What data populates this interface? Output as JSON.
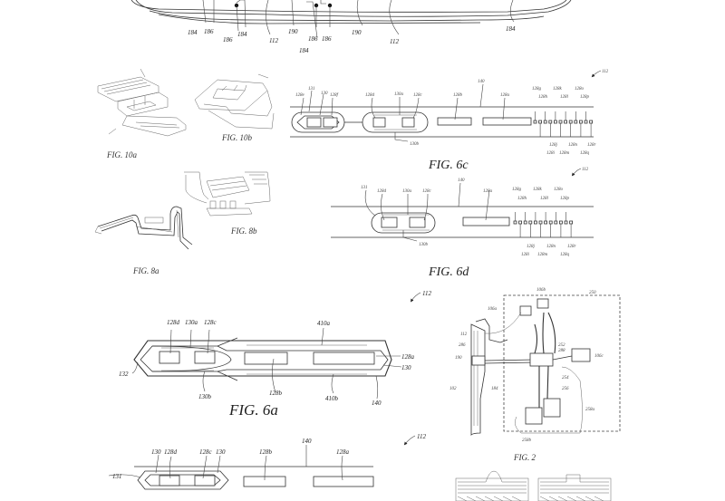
{
  "page": {
    "title": "Patent drawing sheet"
  },
  "top_figure": {
    "labels": [
      "184",
      "186",
      "186",
      "184",
      "112",
      "190",
      "184",
      "186",
      "186",
      "190",
      "112",
      "184"
    ]
  },
  "fig10a": {
    "caption": "FIG. 10a"
  },
  "fig10b": {
    "caption": "FIG. 10b"
  },
  "fig8a": {
    "caption": "FIG. 8a"
  },
  "fig8b": {
    "caption": "FIG. 8b"
  },
  "fig6c": {
    "caption": "FIG. 6c",
    "ref": "112",
    "labels": {
      "l131": "131",
      "l128e": "128e",
      "l130": "130",
      "l128f": "128f",
      "l128d": "128d",
      "l130a": "130a",
      "l128c": "128c",
      "l140": "140",
      "l128b": "128b",
      "l128a": "128a",
      "l130b": "130b",
      "l128g": "128g",
      "l128h": "128h",
      "l128k": "128k",
      "l128l": "128l",
      "l128o": "128o",
      "l128p": "128p",
      "l128i": "128i",
      "l128j": "128j",
      "l128m": "128m",
      "l128n": "128n",
      "l128q": "128q",
      "l128r": "128r"
    }
  },
  "fig6d": {
    "caption": "FIG. 6d",
    "ref": "112",
    "labels": {
      "l131": "131",
      "l128d": "128d",
      "l130a": "130a",
      "l128c": "128c",
      "l140": "140",
      "l128a": "128a",
      "l130b": "130b",
      "l128g": "128g",
      "l128h": "128h",
      "l128k": "128k",
      "l128l": "128l",
      "l128o": "128o",
      "l128p": "128p",
      "l128i": "128i",
      "l128j": "128j",
      "l128m": "128m",
      "l128n": "128n",
      "l128q": "128q",
      "l128r": "128r"
    }
  },
  "fig6a": {
    "caption": "FIG. 6a",
    "ref": "112",
    "labels": {
      "l128d": "128d",
      "l130a": "130a",
      "l128c": "128c",
      "l410a": "410a",
      "l128a": "128a",
      "l130": "130",
      "l132": "132",
      "l130b": "130b",
      "l128b": "128b",
      "l410b": "410b",
      "l140": "140"
    }
  },
  "fig2": {
    "caption": "FIG. 2",
    "labels": {
      "l106b": "106b",
      "l250": "250",
      "l106a": "106a",
      "l112": "112",
      "l286": "286",
      "l190": "190",
      "l102": "102",
      "l184": "184",
      "l252": "252",
      "l288": "288",
      "l106c": "106c",
      "l254": "254",
      "l256": "256",
      "l258a": "258a",
      "l258b": "258b"
    }
  },
  "fig6b": {
    "ref": "112",
    "labels": {
      "l131": "131",
      "l130a": "130",
      "l128d": "128d",
      "l128c": "128c",
      "l130b": "130",
      "l140": "140",
      "l128b": "128b",
      "l128a": "128a"
    }
  }
}
